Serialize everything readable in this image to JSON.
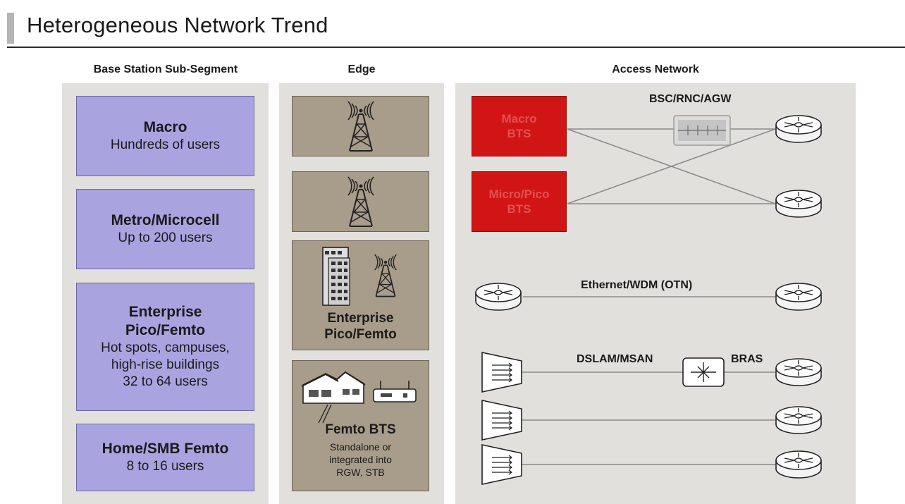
{
  "title": "Heterogeneous Network Trend",
  "columns": {
    "base_station": "Base Station Sub-Segment",
    "edge": "Edge",
    "access": "Access Network"
  },
  "segments": [
    {
      "title": "Macro",
      "sub": [
        "Hundreds of users"
      ]
    },
    {
      "title": "Metro/Microcell",
      "sub": [
        "Up to 200 users"
      ]
    },
    {
      "title": "Enterprise\nPico/Femto",
      "title_lines": [
        "Enterprise",
        "Pico/Femto"
      ],
      "sub": [
        "Hot spots, campuses,",
        "high-rise buildings",
        "32 to 64 users"
      ]
    },
    {
      "title": "Home/SMB Femto",
      "sub": [
        "8 to 16 users"
      ]
    }
  ],
  "edge": {
    "enterprise_lines": [
      "Enterprise",
      "Pico/Femto"
    ],
    "femto_title": "Femto BTS",
    "femto_sub": [
      "Standalone or",
      "integrated into",
      "RGW, STB"
    ]
  },
  "access": {
    "macro_bts": [
      "Macro",
      "BTS"
    ],
    "micro_bts": [
      "Micro/Pico",
      "BTS"
    ],
    "bsc_label": "BSC/RNC/AGW",
    "ethernet_label": "Ethernet/WDM (OTN)",
    "dslam_label": "DSLAM/MSAN",
    "bras_label": "BRAS"
  },
  "colors": {
    "segment_fill": "#a9a4e0",
    "edge_fill": "#a89c8a",
    "bts_fill": "#d11515",
    "panel_fill": "#e2e0dc"
  },
  "icons": [
    "cell-tower-icon",
    "building-icon",
    "house-icon",
    "modem-icon",
    "router-icon",
    "switch-icon",
    "dslam-icon"
  ]
}
